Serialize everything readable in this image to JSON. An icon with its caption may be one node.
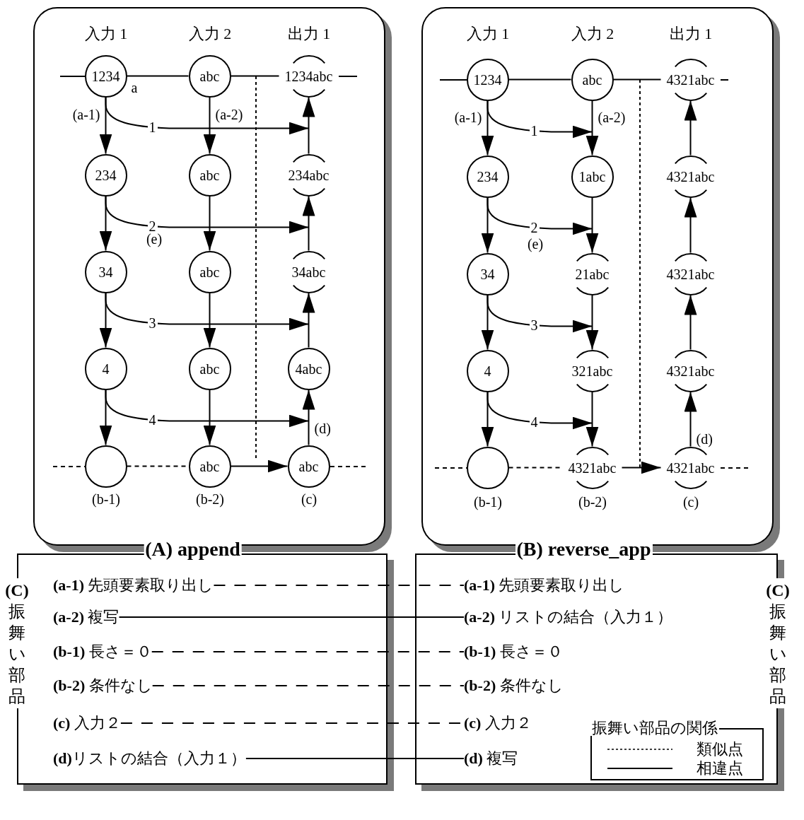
{
  "diagram": {
    "nodes": [
      {
        "text": [
          "(A) append"
        ]
      },
      {
        "text": [
          "1234"
        ],
        "in": 0,
        "beside": [
          "a"
        ]
      },
      {
        "text": [
          "abc"
        ],
        "in": 0
      },
      {
        "text": [
          "1234abc"
        ],
        "in": 0
      },
      {
        "text": [
          "234"
        ],
        "in": 0
      },
      {
        "text": [
          "abc"
        ],
        "in": 0
      },
      {
        "text": [
          "234abc"
        ],
        "in": 0
      },
      {
        "text": [
          "34"
        ],
        "in": 0
      },
      {
        "text": [
          "abc"
        ],
        "in": 0
      },
      {
        "text": [
          "34abc"
        ],
        "in": 0
      },
      {
        "text": [
          "4"
        ],
        "in": 0
      },
      {
        "text": [
          "abc"
        ],
        "in": 0
      },
      {
        "text": [
          "4abc"
        ],
        "in": 0
      },
      {
        "text": [],
        "shape": "circle",
        "in": 0,
        "beside": [
          "(b-1)"
        ]
      },
      {
        "text": [
          "abc"
        ],
        "in": 0,
        "beside": [
          "(b-2)"
        ]
      },
      {
        "text": [
          "abc"
        ],
        "in": 0,
        "beside": [
          "(c)"
        ]
      },
      {
        "text": [
          "(B) reverse_app"
        ]
      },
      {
        "text": [
          "1234"
        ],
        "in": 16
      },
      {
        "text": [
          "abc"
        ],
        "in": 16
      },
      {
        "text": [
          "4321abc"
        ],
        "in": 16
      },
      {
        "text": [
          "234"
        ],
        "in": 16
      },
      {
        "text": [
          "1abc"
        ],
        "in": 16
      },
      {
        "text": [
          "4321abc"
        ],
        "in": 16
      },
      {
        "text": [
          "34"
        ],
        "in": 16
      },
      {
        "text": [
          "21abc"
        ],
        "in": 16
      },
      {
        "text": [
          "4321abc"
        ],
        "in": 16
      },
      {
        "text": [
          "4"
        ],
        "in": 16
      },
      {
        "text": [
          "321abc"
        ],
        "in": 16
      },
      {
        "text": [
          "4321abc"
        ],
        "in": 16
      },
      {
        "text": [],
        "shape": "circle",
        "in": 16,
        "beside": [
          "(b-1)"
        ]
      },
      {
        "text": [
          "4321abc"
        ],
        "in": 16,
        "beside": [
          "(b-2)"
        ]
      },
      {
        "text": [
          "4321abc"
        ],
        "in": 16,
        "beside": [
          "(c)"
        ]
      },
      {
        "text": [
          "**(C)** 振舞い部品"
        ]
      },
      {
        "text": [
          "**(a-1)** 先頭要素取り出し"
        ],
        "in": 32
      },
      {
        "text": [
          "**(a-2)** 複写"
        ],
        "in": 32
      },
      {
        "text": [
          "**(b-1)** 長さ＝０"
        ],
        "in": 32
      },
      {
        "text": [
          "**(b-2)** 条件なし"
        ],
        "in": 32
      },
      {
        "text": [
          "**(c)** 入力２"
        ],
        "in": 32
      },
      {
        "text": [
          "**(d)**リストの結合（入力１）"
        ],
        "in": 32
      },
      {
        "text": [
          "**(C)** 振舞い部品"
        ]
      },
      {
        "text": [
          "**(a-1)** 先頭要素取り出し"
        ],
        "in": 39
      },
      {
        "text": [
          "**(a-2)** リストの結合（入力１）"
        ],
        "in": 39
      },
      {
        "text": [
          "**(b-1)** 長さ＝０"
        ],
        "in": 39
      },
      {
        "text": [
          "**(b-2)** 条件なし"
        ],
        "in": 39
      },
      {
        "text": [
          "**(c)** 入力２"
        ],
        "in": 39
      },
      {
        "text": [
          "**(d)** 複写"
        ],
        "in": 39
      },
      {
        "text": [
          "振舞い部品の関係"
        ],
        "in": 39
      }
    ],
    "edges": [
      {
        "from": 1,
        "to": 2,
        "arrow": "none"
      },
      {
        "from": 2,
        "to": 3,
        "arrow": "none"
      },
      {
        "from": 1,
        "to": 4,
        "arrow": "to",
        "label": "(a-1)"
      },
      {
        "from": 4,
        "to": 7,
        "arrow": "to"
      },
      {
        "from": 7,
        "to": 10,
        "arrow": "to"
      },
      {
        "from": 10,
        "to": 13,
        "arrow": "to"
      },
      {
        "from": 2,
        "to": 5,
        "arrow": "to",
        "label": "(a-2)"
      },
      {
        "from": 5,
        "to": 8,
        "arrow": "to"
      },
      {
        "from": 8,
        "to": 11,
        "arrow": "to"
      },
      {
        "from": 11,
        "to": 14,
        "arrow": "to"
      },
      {
        "from": 15,
        "to": 12,
        "arrow": "to",
        "label": "(d)"
      },
      {
        "from": 12,
        "to": 9,
        "arrow": "to"
      },
      {
        "from": 9,
        "to": 6,
        "arrow": "to"
      },
      {
        "from": 6,
        "to": 3,
        "arrow": "to"
      },
      {
        "from": 1,
        "to": null,
        "arrow": "to",
        "label": "1"
      },
      {
        "from": 4,
        "to": null,
        "arrow": "to",
        "label": "2"
      },
      {
        "from": 7,
        "to": null,
        "arrow": "to",
        "label": "3"
      },
      {
        "from": 10,
        "to": null,
        "arrow": "to",
        "label": "4"
      },
      {
        "from": 13,
        "to": 14,
        "arrow": "none",
        "style": "dashed"
      },
      {
        "from": 14,
        "to": 15,
        "arrow": "to"
      },
      {
        "from": 17,
        "to": 18,
        "arrow": "none"
      },
      {
        "from": 18,
        "to": 19,
        "arrow": "none"
      },
      {
        "from": 17,
        "to": 20,
        "arrow": "to",
        "label": "(a-1)"
      },
      {
        "from": 20,
        "to": 23,
        "arrow": "to"
      },
      {
        "from": 23,
        "to": 26,
        "arrow": "to"
      },
      {
        "from": 26,
        "to": 29,
        "arrow": "to"
      },
      {
        "from": 18,
        "to": 21,
        "arrow": "to",
        "label": "(a-2)"
      },
      {
        "from": 21,
        "to": 24,
        "arrow": "to"
      },
      {
        "from": 24,
        "to": 27,
        "arrow": "to"
      },
      {
        "from": 27,
        "to": 30,
        "arrow": "to"
      },
      {
        "from": 31,
        "to": 28,
        "arrow": "to",
        "label": "(d)"
      },
      {
        "from": 28,
        "to": 25,
        "arrow": "to"
      },
      {
        "from": 25,
        "to": 22,
        "arrow": "to"
      },
      {
        "from": 22,
        "to": 19,
        "arrow": "to"
      },
      {
        "from": 17,
        "to": null,
        "arrow": "to",
        "label": "1"
      },
      {
        "from": 20,
        "to": null,
        "arrow": "to",
        "label": "2"
      },
      {
        "from": 23,
        "to": null,
        "arrow": "to",
        "label": "3"
      },
      {
        "from": 26,
        "to": null,
        "arrow": "to",
        "label": "4"
      },
      {
        "from": 29,
        "to": 30,
        "arrow": "none",
        "style": "dashed"
      },
      {
        "from": 30,
        "to": 31,
        "arrow": "to"
      },
      {
        "from": 33,
        "to": 40,
        "arrow": "none",
        "style": "dashed"
      },
      {
        "from": 34,
        "to": 41,
        "arrow": "none"
      },
      {
        "from": 35,
        "to": 42,
        "arrow": "none",
        "style": "dashed"
      },
      {
        "from": 36,
        "to": 43,
        "arrow": "none",
        "style": "dashed"
      },
      {
        "from": 37,
        "to": 44,
        "arrow": "none",
        "style": "dashed"
      },
      {
        "from": 38,
        "to": 45,
        "arrow": "none"
      }
    ],
    "labels": [
      "入力 1",
      "入力 2",
      "出力 1",
      "(e)",
      "入力 1",
      "入力 2",
      "出力 1",
      "(e)"
    ],
    "legend": [
      {
        "text": "類似点"
      },
      {
        "text": "相違点"
      }
    ]
  }
}
